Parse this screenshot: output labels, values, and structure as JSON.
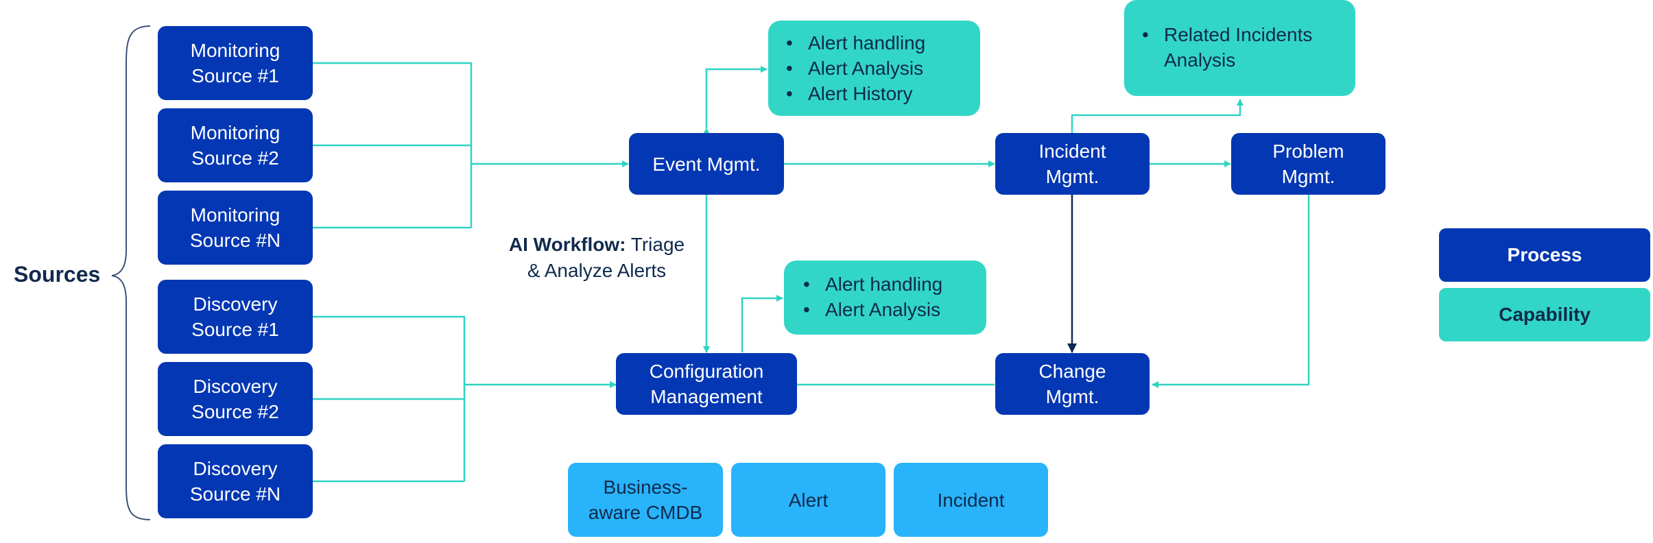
{
  "sources_label": "Sources",
  "monitoring_sources": [
    "Monitoring\nSource #1",
    "Monitoring\nSource #2",
    "Monitoring\nSource #N"
  ],
  "discovery_sources": [
    "Discovery\nSource #1",
    "Discovery\nSource #2",
    "Discovery\nSource #N"
  ],
  "processes": {
    "event": "Event Mgmt.",
    "config": "Configuration\nManagement",
    "incident": "Incident\nMgmt.",
    "problem": "Problem\nMgmt.",
    "change": "Change\nMgmt."
  },
  "capabilities": {
    "event": [
      "Alert handling",
      "Alert Analysis",
      "Alert History"
    ],
    "config": [
      "Alert handling",
      "Alert Analysis"
    ],
    "incident": [
      "Related Incidents\nAnalysis"
    ]
  },
  "ai_workflow": {
    "bold": "AI Workflow:",
    "rest": " Triage\n& Analyze Alerts"
  },
  "entities": [
    "Business-\naware CMDB",
    "Alert",
    "Incident"
  ],
  "legend": {
    "process": "Process",
    "capability": "Capability"
  },
  "colors": {
    "process": "#0437b3",
    "capability": "#32d6c6",
    "entity": "#29b3fb",
    "connector": "#2fd3c3",
    "dark_connector": "#0d2a55",
    "text_dark": "#102a4c"
  }
}
